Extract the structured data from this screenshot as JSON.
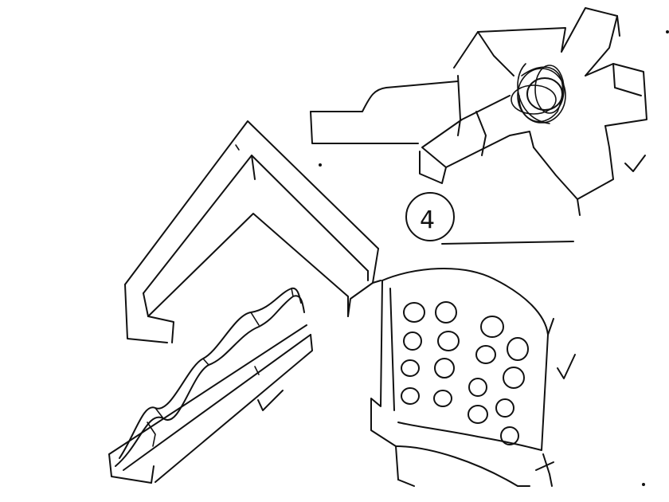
{
  "sketch": {
    "number_label": "4",
    "ink_color": "#111111",
    "paper_color": "#ffffff",
    "marks": [
      "checkmark",
      "checkmark",
      "checkmark"
    ]
  }
}
